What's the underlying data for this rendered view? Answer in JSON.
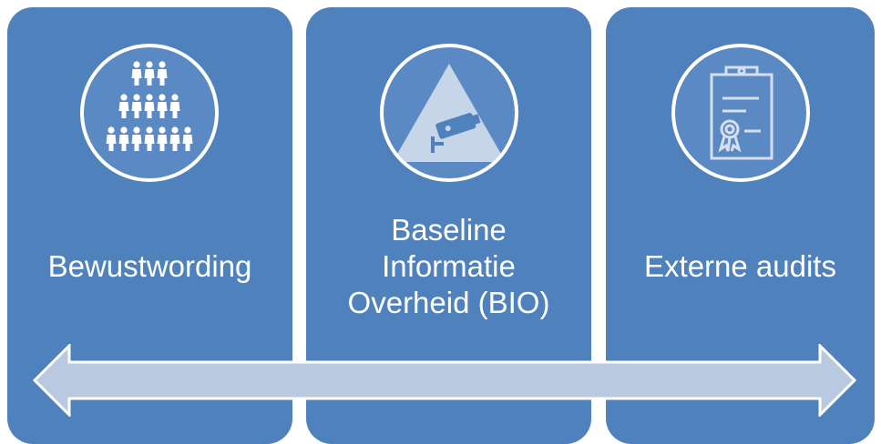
{
  "panels": [
    {
      "label": "Bewustwording",
      "icon": "people-group-icon"
    },
    {
      "label": "Baseline\nInformatie\nOverheid (BIO)",
      "icon": "security-camera-icon"
    },
    {
      "label": "Externe audits",
      "icon": "clipboard-certificate-icon"
    }
  ],
  "colors": {
    "panel": "#4f81bd",
    "arrow_fill": "#b9c9df",
    "outline": "#ffffff"
  },
  "arrow": {
    "direction": "bidirectional"
  }
}
